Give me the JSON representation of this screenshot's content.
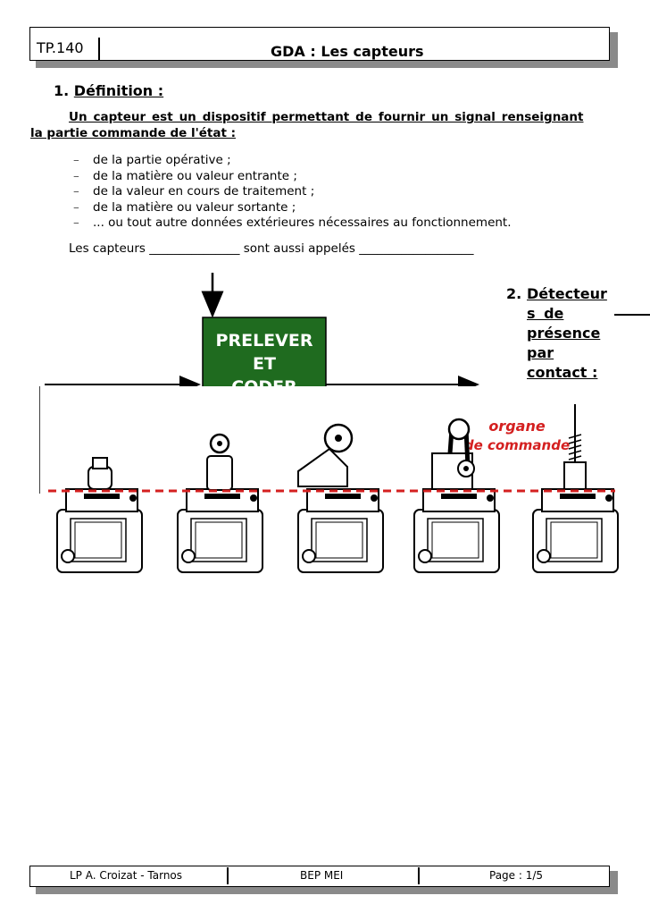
{
  "header": {
    "ref": "TP.140",
    "title": "GDA : Les capteurs"
  },
  "section1": {
    "number": "1.",
    "title": "Définition :",
    "definition_line1": "Un capteur est un dispositif permettant de fournir un signal  renseignant",
    "definition_line2": "la partie commande de l'état :",
    "bullets": [
      "de la partie opérative ;",
      "de la matière ou valeur entrante ;",
      "de la valeur en cours de traitement ;",
      "de la matière ou valeur sortante ;",
      "... ou tout autre données extérieures nécessaires au fonctionnement."
    ],
    "bullet_marker": "–",
    "fill_sentence": "Les capteurs _______________ sont aussi appelés ___________________"
  },
  "diagram": {
    "block_label_1": "PRELEVER",
    "block_label_2": "ET",
    "block_label_3": "CODER",
    "block_color": "#1f6b1f"
  },
  "section2": {
    "number": "2.",
    "title_lines": [
      "Détecteur",
      "s          de",
      "présence ",
      "par ",
      "contact :"
    ]
  },
  "photo": {
    "annotation_1": "organe",
    "annotation_2": "de commande",
    "annotation_color": "#d42020",
    "dashed_line_color": "#d42020"
  },
  "footer": {
    "school": "LP A. Croizat - Tarnos",
    "class": "BEP MEI",
    "page": "Page : 1/5"
  }
}
